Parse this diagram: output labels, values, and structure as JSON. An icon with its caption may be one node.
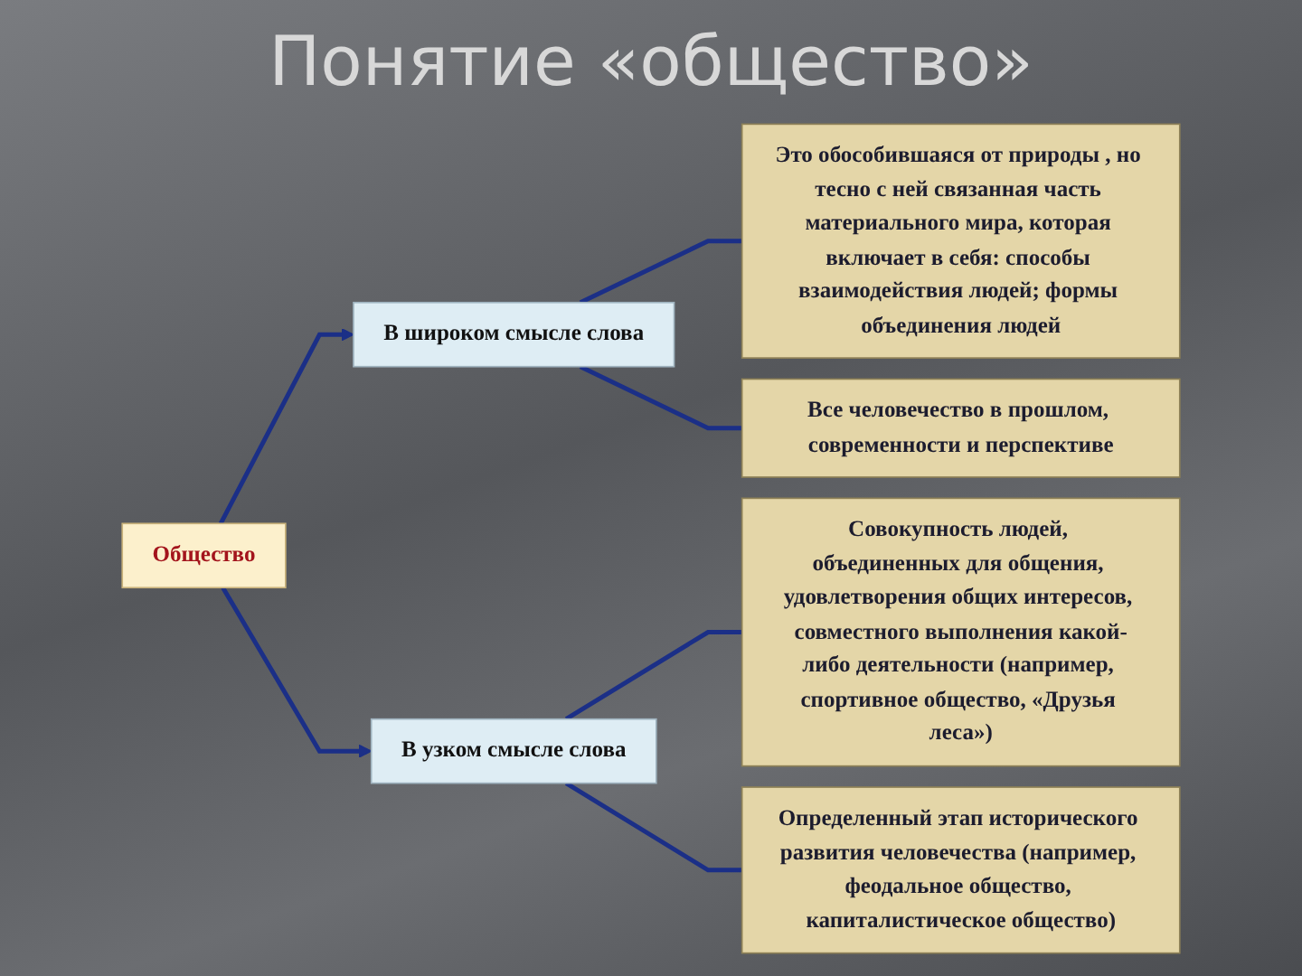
{
  "diagram": {
    "title": "Понятие «общество»",
    "nodes": [
      {
        "text": [
          "В широком смысле слова"
        ]
      },
      {
        "text": [
          "Это обособившаяся от природы , но тесно с ней связанная часть материального мира, которая включает в себя: способы взаимодействия людей; формы объединения людей"
        ]
      },
      {
        "text": [
          "Все человечество в прошлом, современности и перспективе"
        ]
      },
      {
        "text": [
          "Общество"
        ]
      },
      {
        "text": [
          "Совокупность людей, объединенных для общения, удовлетворения общих интересов, совместного выполнения какой-либо деятельности (например, спортивное общество, «Друзья леса»)"
        ]
      },
      {
        "text": [
          "В узком смысле слова"
        ]
      },
      {
        "text": [
          "Определенный этап исторического развития человечества (например, феодальное общество, капиталистическое общество)"
        ]
      }
    ],
    "edges": [
      {
        "from": 3,
        "to": 0,
        "arrow": "to"
      },
      {
        "from": 3,
        "to": 5,
        "arrow": "to"
      },
      {
        "from": 0,
        "to": 1,
        "arrow": "none"
      },
      {
        "from": 0,
        "to": 2,
        "arrow": "none"
      },
      {
        "from": 5,
        "to": 4,
        "arrow": "none"
      },
      {
        "from": 5,
        "to": 6,
        "arrow": "none"
      }
    ]
  }
}
